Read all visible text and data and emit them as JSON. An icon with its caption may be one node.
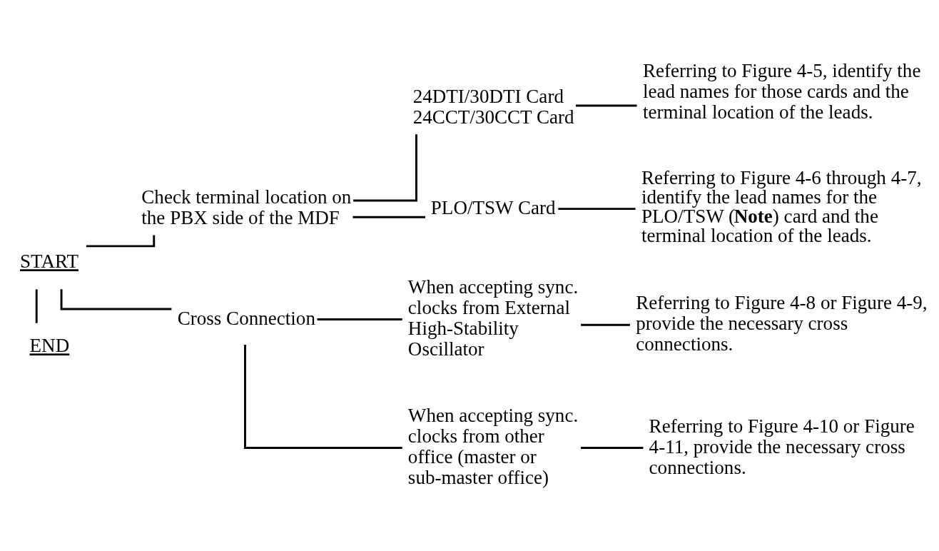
{
  "diagram": {
    "nodes": [
      {
        "text": [
          "START"
        ]
      },
      {
        "text": [
          "Check terminal location on the PBX side of the MDF"
        ]
      },
      {
        "text": [
          "24DTI/30DTI Card 24CCT/30CCT Card"
        ]
      },
      {
        "text": [
          "Referring to Figure 4-5, identify the lead names for those cards and the terminal location of the leads."
        ]
      },
      {
        "text": [
          "PLO/TSW Card"
        ]
      },
      {
        "text": [
          "Referring to Figure 4-6 through 4-7, identify the lead names for the PLO/TSW (**Note**) card and the terminal location of the leads."
        ]
      },
      {
        "text": [
          "Cross Connection"
        ]
      },
      {
        "text": [
          "When accepting sync. clocks from External High-Stability Oscillator"
        ]
      },
      {
        "text": [
          "Referring to Figure 4-8 or Figure 4-9, provide the necessary cross connections."
        ]
      },
      {
        "text": [
          "When accepting sync. clocks from other office (master or sub-master office)"
        ]
      },
      {
        "text": [
          "Referring to Figure 4-10 or Figure 4-11, provide the necessary cross connections."
        ]
      },
      {
        "text": [
          "END"
        ]
      }
    ],
    "edges": [
      {
        "from": 0,
        "to": 1,
        "arrow": "none"
      },
      {
        "from": 0,
        "to": 6,
        "arrow": "none"
      },
      {
        "from": 0,
        "to": 11,
        "arrow": "none"
      },
      {
        "from": 1,
        "to": 2,
        "arrow": "none"
      },
      {
        "from": 1,
        "to": 4,
        "arrow": "none"
      },
      {
        "from": 2,
        "to": 3,
        "arrow": "none"
      },
      {
        "from": 4,
        "to": 5,
        "arrow": "none"
      },
      {
        "from": 6,
        "to": 7,
        "arrow": "none"
      },
      {
        "from": 6,
        "to": 9,
        "arrow": "none"
      },
      {
        "from": 7,
        "to": 8,
        "arrow": "none"
      },
      {
        "from": 9,
        "to": 10,
        "arrow": "none"
      }
    ]
  }
}
